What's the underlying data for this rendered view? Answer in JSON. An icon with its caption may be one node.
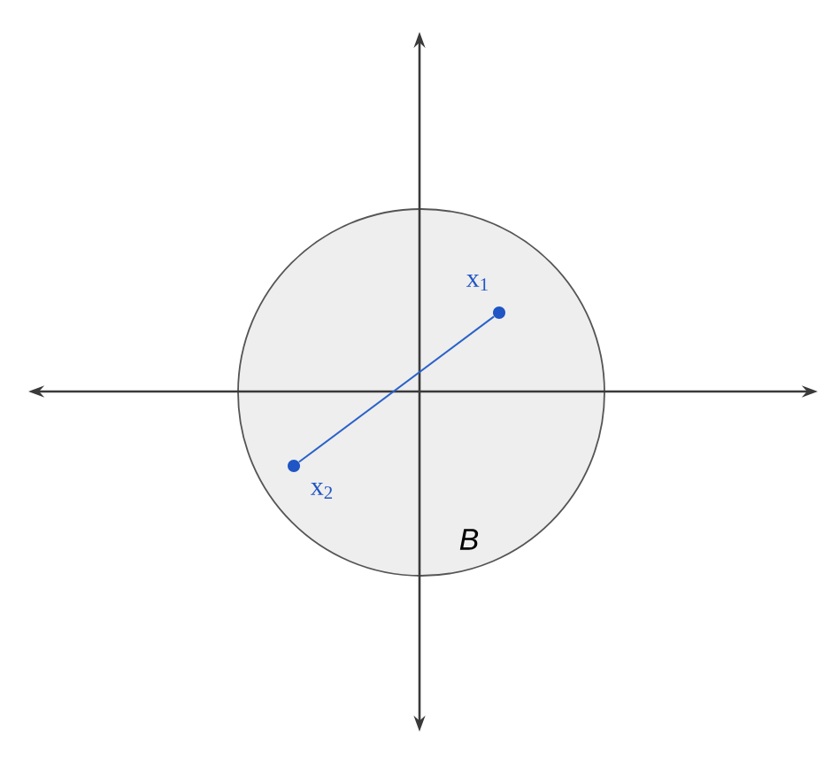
{
  "diagram": {
    "nodes": [
      {
        "text": [
          "B"
        ]
      },
      {
        "text": [],
        "shape": "circle",
        "in": 0,
        "beside": [
          "x$_{1}$"
        ]
      },
      {
        "text": [],
        "shape": "circle",
        "in": 0,
        "beside": [
          "x$_{2}$"
        ]
      }
    ],
    "edges": [
      {
        "from": 1,
        "to": 2,
        "arrow": "none",
        "color": "#2a62c9"
      }
    ]
  }
}
